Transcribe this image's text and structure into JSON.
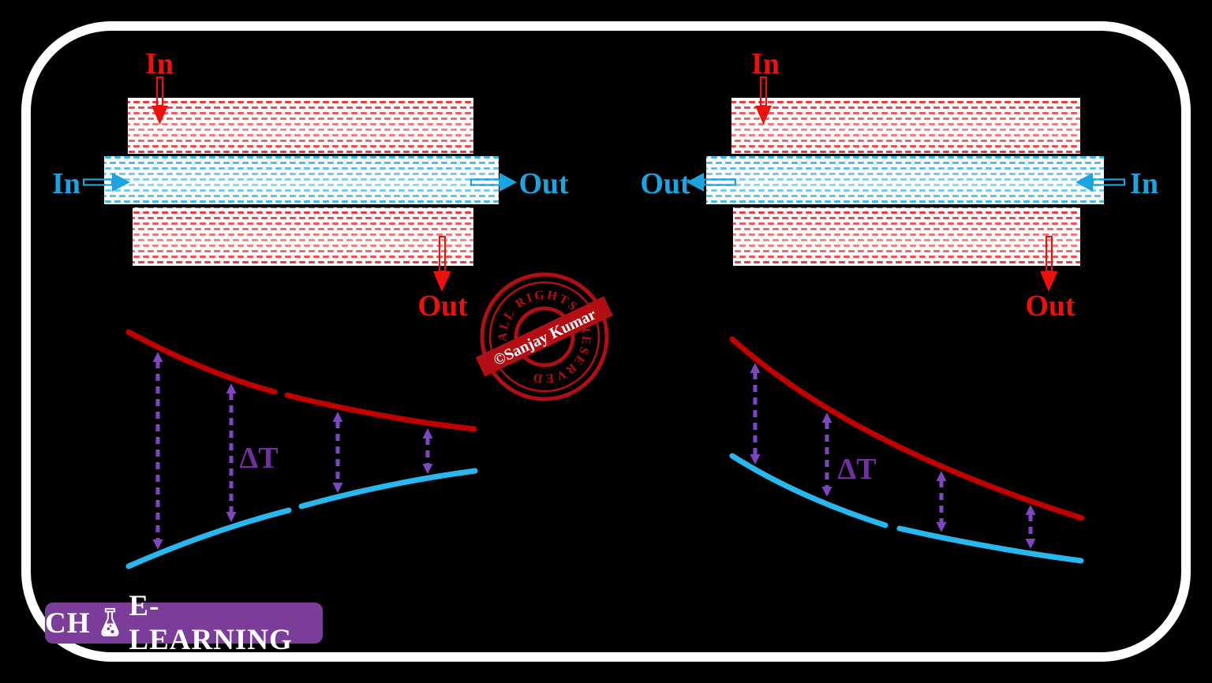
{
  "parallel_flow": {
    "hot_in": "In",
    "hot_out": "Out",
    "cold_in": "In",
    "cold_out": "Out",
    "delta_t": "ΔT"
  },
  "counter_flow": {
    "hot_in": "In",
    "hot_out": "Out",
    "cold_in": "In",
    "cold_out": "Out",
    "delta_t": "ΔT"
  },
  "stamp": {
    "arc_top": "ALL RIGHTS",
    "arc_bottom": "RESERVED",
    "banner": "©Sanjay Kumar"
  },
  "badge": {
    "left": "CH",
    "right": "E-LEARNING"
  },
  "colors": {
    "background": "#000000",
    "frame": "#ffffff",
    "hot_label_red": "#ee0f0f",
    "hot_curve_red": "#c00000",
    "cold_label_blue": "#1ba4e0",
    "cold_curve_blue": "#29b8ee",
    "hatch_red": "#e93030",
    "hatch_blue": "#37b5e8",
    "purple_arrows": "#7e46bf",
    "purple_text": "#7030a0",
    "stamp_red": "#b10f14",
    "badge_purple": "#7b3d99"
  }
}
